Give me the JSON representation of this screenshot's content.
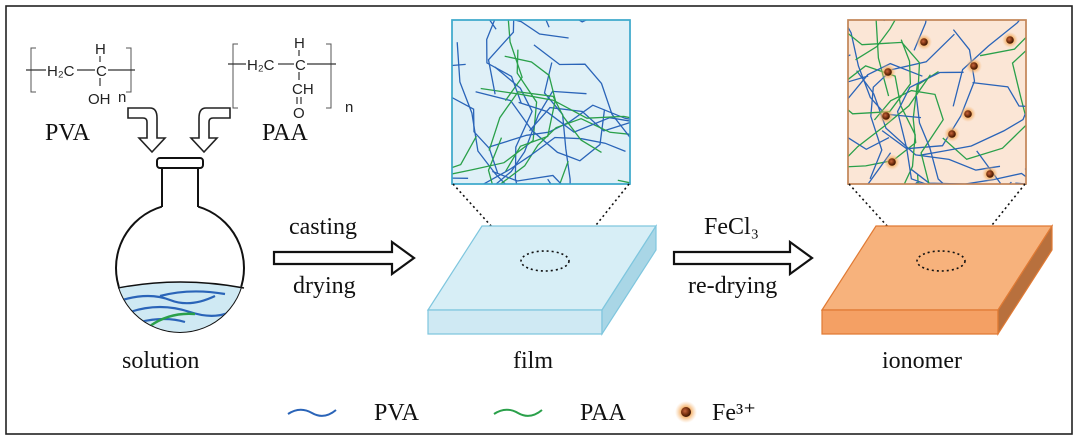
{
  "monomers": {
    "pva": {
      "name": "PVA",
      "ch2": "H₂C",
      "c": "C",
      "h": "H",
      "oh": "OH",
      "n": "n"
    },
    "paa": {
      "name": "PAA",
      "ch2": "H₂C",
      "c": "C",
      "h": "H",
      "ch": "CH",
      "o": "O",
      "n": "n"
    }
  },
  "stages": {
    "solution": "solution",
    "film": "film",
    "ionomer": "ionomer"
  },
  "arrows": {
    "first_top": "casting",
    "first_bottom": "drying",
    "second_top": "FeCl₃",
    "second_bottom": "re-drying"
  },
  "legend": {
    "pva": "PVA",
    "paa": "PAA",
    "fe": "Fe³⁺"
  },
  "colors": {
    "pva_chain": "#2a64b8",
    "paa_chain": "#2aa04a",
    "fe_ion": "#8a3a10",
    "film_fill": "#cfe9f3",
    "ionomer_fill": "#f6b07a",
    "ionomer_panel": "#fbe6d6"
  }
}
